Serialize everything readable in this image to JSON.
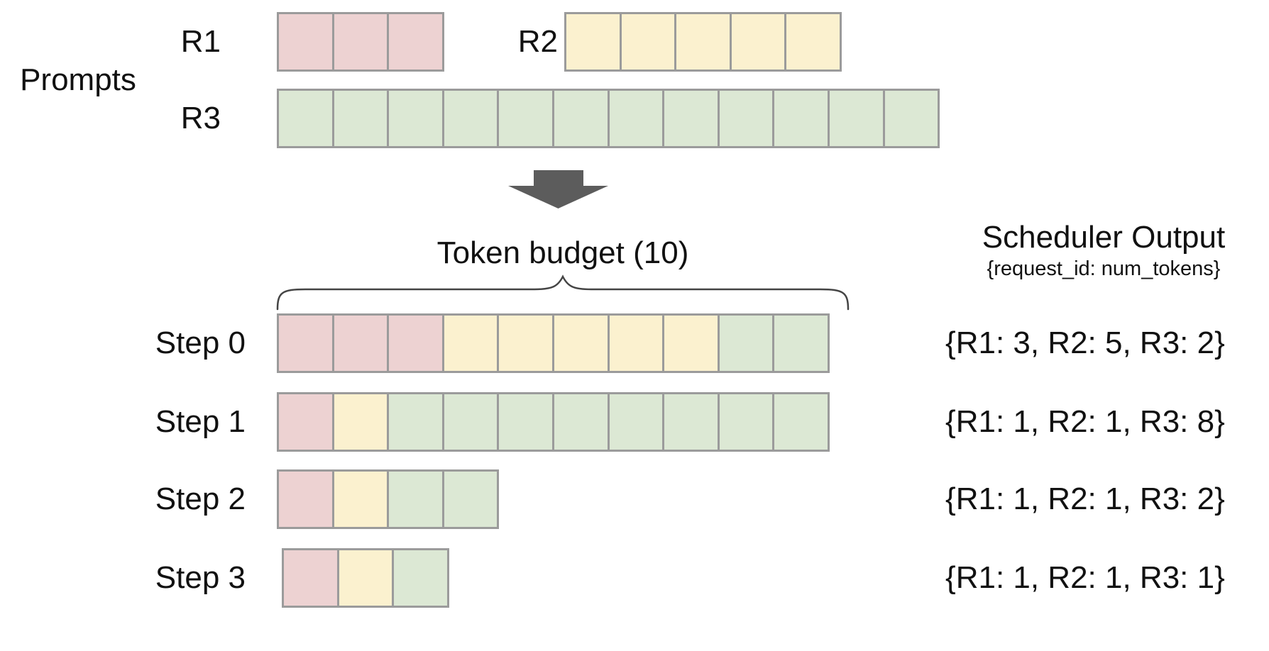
{
  "palette": {
    "R1": "#edd2d2",
    "R2": "#fbf1cf",
    "R3": "#dce8d4",
    "cell_border": "#9b9b9b",
    "arrow": "#5c5c5c",
    "brace": "#444444"
  },
  "prompts": {
    "label": "Prompts",
    "rows": [
      {
        "label": "R1",
        "segments": [
          {
            "color": "R1",
            "count": 3
          }
        ]
      },
      {
        "label": "R2",
        "segments": [
          {
            "color": "R2",
            "count": 5
          }
        ]
      },
      {
        "label": "R3",
        "segments": [
          {
            "color": "R3",
            "count": 12
          }
        ]
      }
    ]
  },
  "token_budget": {
    "label": "Token budget (10)",
    "value": 10
  },
  "scheduler_output": {
    "title": "Scheduler Output",
    "subtitle": "{request_id: num_tokens}"
  },
  "steps": [
    {
      "label": "Step 0",
      "segments": [
        {
          "color": "R1",
          "count": 3
        },
        {
          "color": "R2",
          "count": 5
        },
        {
          "color": "R3",
          "count": 2
        }
      ],
      "output": "{R1: 3, R2: 5, R3: 2}"
    },
    {
      "label": "Step 1",
      "segments": [
        {
          "color": "R1",
          "count": 1
        },
        {
          "color": "R2",
          "count": 1
        },
        {
          "color": "R3",
          "count": 8
        }
      ],
      "output": "{R1: 1, R2: 1, R3: 8}"
    },
    {
      "label": "Step 2",
      "segments": [
        {
          "color": "R1",
          "count": 1
        },
        {
          "color": "R2",
          "count": 1
        },
        {
          "color": "R3",
          "count": 2
        }
      ],
      "output": "{R1: 1, R2: 1, R3: 2}"
    },
    {
      "label": "Step 3",
      "segments": [
        {
          "color": "R1",
          "count": 1
        },
        {
          "color": "R2",
          "count": 1
        },
        {
          "color": "R3",
          "count": 1
        }
      ],
      "output": "{R1: 1, R2: 1, R3: 1}"
    }
  ]
}
